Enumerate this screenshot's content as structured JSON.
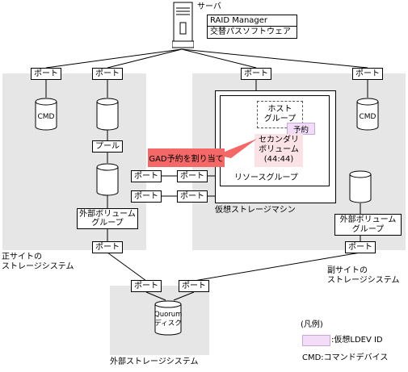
{
  "server": {
    "label": "サーバ",
    "software": [
      "RAID Manager",
      "交替パスソフトウェア"
    ]
  },
  "primary_site": {
    "label_line1": "正サイトの",
    "label_line2": "ストレージシステム",
    "port_top_left": "ポート",
    "port_top_right": "ポート",
    "cmd": "CMD",
    "pool": "プール",
    "external_volume_group": "外部ボリューム\nグループ",
    "port_bottom": "ポート"
  },
  "middle_ports": {
    "row1": [
      "ポート",
      "ポート"
    ],
    "row2": [
      "ポート",
      "ポート"
    ]
  },
  "secondary_site": {
    "label_line1": "副サイトの",
    "label_line2": "ストレージシステム",
    "port_top_left": "ポート",
    "port_top_right": "ポート",
    "cmd": "CMD",
    "virtual_storage_machine": "仮想ストレージマシン",
    "resource_group": "リソースグループ",
    "host_group": "ホスト\nグループ",
    "reserved": "予約",
    "secondary_volume": "セカンダリ\nボリューム\n(44:44)",
    "external_volume_group": "外部ボリューム\nグループ",
    "port_bottom": "ポート"
  },
  "callout": "GAD予約を割り当て",
  "external_storage": {
    "label": "外部ストレージシステム",
    "ports": [
      "ポート",
      "ポート"
    ],
    "quorum_disk": "Quorum\nディスク"
  },
  "legend": {
    "title": "(凡例)",
    "virtual_ldev": ":仮想LDEV ID",
    "cmd": "CMD:コマンドデバイス"
  },
  "colors": {
    "site_background": "#e6e6e6",
    "virtual_ldev": "#f2dcf8",
    "callout": "#f46868",
    "secondary_volume": "#fbe2e6"
  }
}
